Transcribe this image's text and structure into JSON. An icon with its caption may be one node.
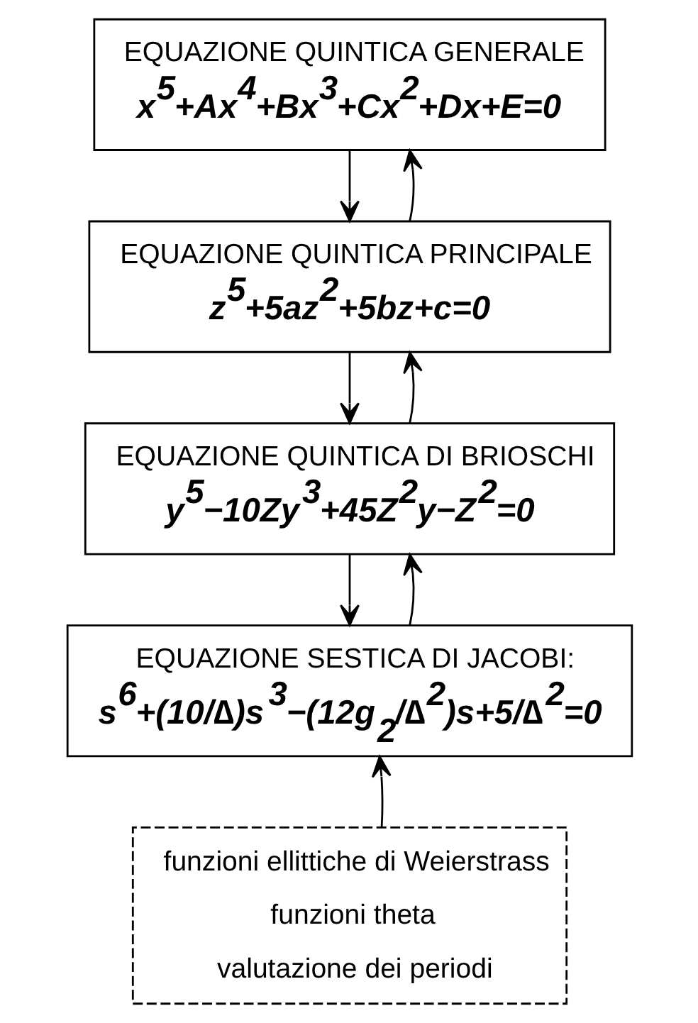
{
  "diagram": {
    "nodes": [
      {
        "text": [
          "EQUAZIONE QUINTICA GENERALE",
          "x$^{5}$+Ax$^{4}$+Bx$^{3}$+Cx$^{2}$+Dx+E=0"
        ]
      },
      {
        "text": [
          "EQUAZIONE QUINTICA PRINCIPALE",
          "z$^{5}$+5az$^{2}$+5bz+c=0"
        ]
      },
      {
        "text": [
          "EQUAZIONE QUINTICA DI BRIOSCHI",
          "y$^{5}$−10Zy$^{3}$+45Z$^{2}$y−Z$^{2}$=0"
        ]
      },
      {
        "text": [
          "EQUAZIONE SESTICA DI JACOBI:",
          "s$^{6}$+(10/∆)s$^{3}$−(12g$_{2}$/∆$^{2}$)s+5/∆$^{2}$=0"
        ]
      },
      {
        "text": [
          "funzioni ellittiche di Weierstrass",
          "funzioni theta",
          "valutazione dei periodi"
        ]
      }
    ],
    "edges": [
      {
        "from": 0,
        "to": 1,
        "arrow": "to"
      },
      {
        "from": 1,
        "to": 2,
        "arrow": "to"
      },
      {
        "from": 2,
        "to": 3,
        "arrow": "to"
      },
      {
        "from": 3,
        "to": 2,
        "arrow": "to"
      },
      {
        "from": 2,
        "to": 1,
        "arrow": "to"
      },
      {
        "from": 1,
        "to": 0,
        "arrow": "to"
      },
      {
        "from": 4,
        "to": 3,
        "arrow": "to"
      }
    ]
  }
}
